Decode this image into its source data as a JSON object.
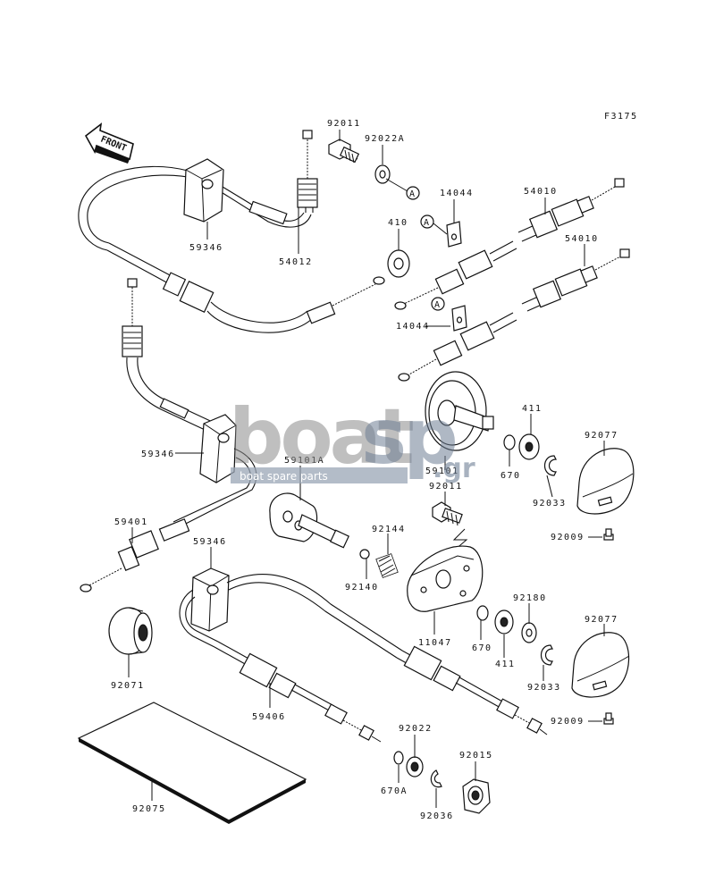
{
  "figure_code": "F3175",
  "front_label": "FRONT",
  "ref_mark": "A",
  "watermark": {
    "brand_left": "boat",
    "brand_right": "sp",
    "domain": ".gr",
    "tagline": "boat spare parts"
  },
  "part_numbers": {
    "p92011_top": "92011",
    "p92022A": "92022A",
    "p14044_top": "14044",
    "p54010_top": "54010",
    "p410": "410",
    "p54010_mid": "54010",
    "p59346_top": "59346",
    "p54012": "54012",
    "p14044_mid": "14044",
    "p411_top": "411",
    "p92077_top": "92077",
    "p59346_mid": "59346",
    "p59101A": "59101A",
    "p59101": "59101",
    "p670_top": "670",
    "p92011_mid": "92011",
    "p92033_top": "92033",
    "p59401": "59401",
    "p59346_low": "59346",
    "p92009_top": "92009",
    "p92144": "92144",
    "p92140": "92140",
    "p92180": "92180",
    "p92077_low": "92077",
    "p11047": "11047",
    "p670_low": "670",
    "p411_low": "411",
    "p92071": "92071",
    "p92033_low": "92033",
    "p59406": "59406",
    "p92009_low": "92009",
    "p92022": "92022",
    "p92015": "92015",
    "p670A": "670A",
    "p92036": "92036",
    "p92075": "92075"
  }
}
